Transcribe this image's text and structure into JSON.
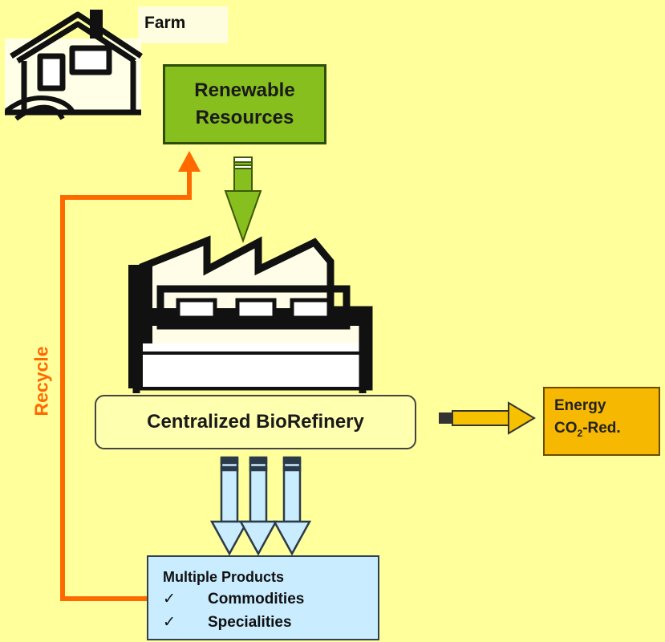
{
  "farm": {
    "label": "Farm"
  },
  "renewable": {
    "line1": "Renewable",
    "line2": "Resources"
  },
  "refinery": {
    "label": "Centralized BioRefinery"
  },
  "energy": {
    "line1": "Energy",
    "co2_prefix": "CO",
    "co2_sub": "2",
    "co2_suffix": "-Red."
  },
  "products": {
    "title": "Multiple Products",
    "items": [
      {
        "check": "✓",
        "label": "Commodities"
      },
      {
        "check": "✓",
        "label": "Specialities"
      }
    ]
  },
  "recycle": {
    "label": "Recycle"
  },
  "colors": {
    "background": "#ffff9c",
    "renewable_fill": "#86bf1e",
    "refinery_fill": "#ffffb0",
    "energy_fill": "#f6b800",
    "products_fill": "#c9ecff",
    "recycle_line": "#ff6a00",
    "down_arrows": "#c9ecff",
    "green_arrow": "#86bf1e",
    "energy_arrow": "#f6c200"
  }
}
